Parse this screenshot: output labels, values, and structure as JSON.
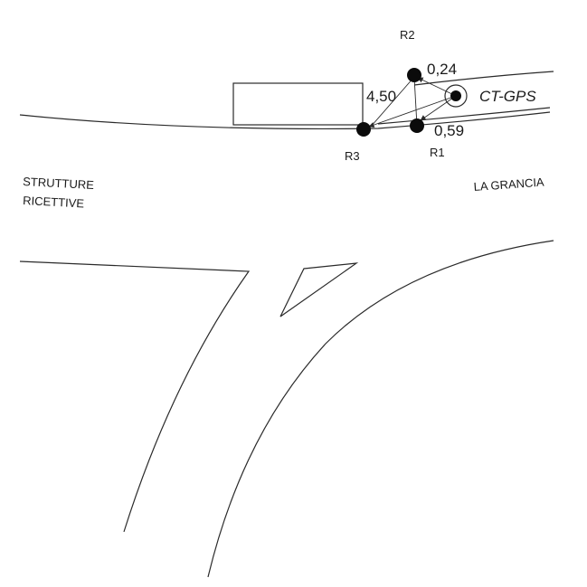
{
  "points": {
    "r1": "R1",
    "r2": "R2",
    "r3": "R3",
    "station": "CT-GPS"
  },
  "distances": {
    "r2": "0,24",
    "r1": "0,59",
    "r3": "4,50"
  },
  "areas": {
    "left_line1": "STRUTTURE",
    "left_line2": "RICETTIVE",
    "right": "LA GRANCIA"
  }
}
